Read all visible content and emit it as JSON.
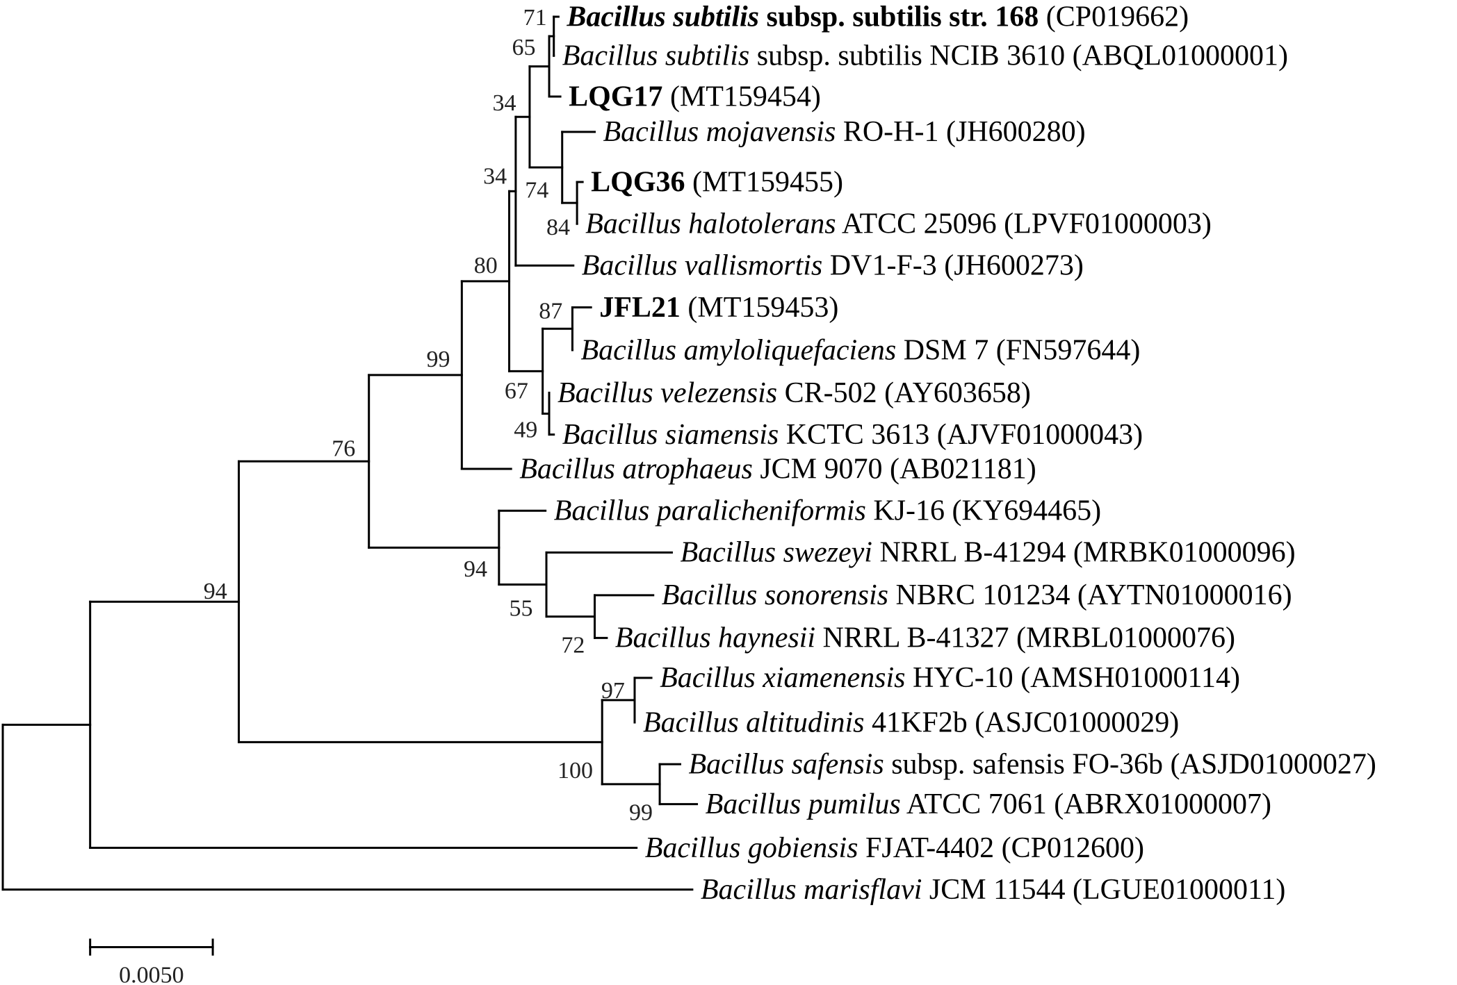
{
  "tree": {
    "taxa": [
      {
        "id": "t01",
        "parts": [
          {
            "text": "Bacillus subtilis",
            "style": "bold-italic"
          },
          {
            "text": " subsp. subtilis str. 168",
            "style": "bold"
          },
          {
            "text": " (CP019662)",
            "style": "normal"
          }
        ]
      },
      {
        "id": "t02",
        "parts": [
          {
            "text": "Bacillus subtilis",
            "style": "italic"
          },
          {
            "text": " subsp. subtilis NCIB 3610 (ABQL01000001)",
            "style": "normal"
          }
        ]
      },
      {
        "id": "t03",
        "parts": [
          {
            "text": "LQG17",
            "style": "bold"
          },
          {
            "text": " (MT159454)",
            "style": "normal"
          }
        ]
      },
      {
        "id": "t04",
        "parts": [
          {
            "text": "Bacillus mojavensis",
            "style": "italic"
          },
          {
            "text": " RO-H-1 (JH600280)",
            "style": "normal"
          }
        ]
      },
      {
        "id": "t05",
        "parts": [
          {
            "text": "LQG36",
            "style": "bold"
          },
          {
            "text": " (MT159455)",
            "style": "normal"
          }
        ]
      },
      {
        "id": "t06",
        "parts": [
          {
            "text": "Bacillus halotolerans",
            "style": "italic"
          },
          {
            "text": " ATCC 25096 (LPVF01000003)",
            "style": "normal"
          }
        ]
      },
      {
        "id": "t07",
        "parts": [
          {
            "text": "Bacillus vallismortis",
            "style": "italic"
          },
          {
            "text": " DV1-F-3 (JH600273)",
            "style": "normal"
          }
        ]
      },
      {
        "id": "t08",
        "parts": [
          {
            "text": "JFL21",
            "style": "bold"
          },
          {
            "text": " (MT159453)",
            "style": "normal"
          }
        ]
      },
      {
        "id": "t09",
        "parts": [
          {
            "text": "Bacillus amyloliquefaciens",
            "style": "italic"
          },
          {
            "text": " DSM 7 (FN597644)",
            "style": "normal"
          }
        ]
      },
      {
        "id": "t10",
        "parts": [
          {
            "text": "Bacillus velezensis",
            "style": "italic"
          },
          {
            "text": " CR-502 (AY603658)",
            "style": "normal"
          }
        ]
      },
      {
        "id": "t11",
        "parts": [
          {
            "text": "Bacillus siamensis",
            "style": "italic"
          },
          {
            "text": " KCTC 3613 (AJVF01000043)",
            "style": "normal"
          }
        ]
      },
      {
        "id": "t12",
        "parts": [
          {
            "text": "Bacillus atrophaeus",
            "style": "italic"
          },
          {
            "text": " JCM 9070 (AB021181)",
            "style": "normal"
          }
        ]
      },
      {
        "id": "t13",
        "parts": [
          {
            "text": "Bacillus paralicheniformis",
            "style": "italic"
          },
          {
            "text": " KJ-16 (KY694465)",
            "style": "normal"
          }
        ]
      },
      {
        "id": "t14",
        "parts": [
          {
            "text": "Bacillus swezeyi",
            "style": "italic"
          },
          {
            "text": " NRRL B-41294 (MRBK01000096)",
            "style": "normal"
          }
        ]
      },
      {
        "id": "t15",
        "parts": [
          {
            "text": "Bacillus sonorensis",
            "style": "italic"
          },
          {
            "text": " NBRC 101234 (AYTN01000016)",
            "style": "normal"
          }
        ]
      },
      {
        "id": "t16",
        "parts": [
          {
            "text": "Bacillus haynesii",
            "style": "italic"
          },
          {
            "text": " NRRL B-41327 (MRBL01000076)",
            "style": "normal"
          }
        ]
      },
      {
        "id": "t17",
        "parts": [
          {
            "text": "Bacillus xiamenensis",
            "style": "italic"
          },
          {
            "text": " HYC-10 (AMSH01000114)",
            "style": "normal"
          }
        ]
      },
      {
        "id": "t18",
        "parts": [
          {
            "text": "Bacillus altitudinis",
            "style": "italic"
          },
          {
            "text": " 41KF2b (ASJC01000029)",
            "style": "normal"
          }
        ]
      },
      {
        "id": "t19",
        "parts": [
          {
            "text": "Bacillus safensis",
            "style": "italic"
          },
          {
            "text": " subsp. safensis FO-36b (ASJD01000027)",
            "style": "normal"
          }
        ]
      },
      {
        "id": "t20",
        "parts": [
          {
            "text": "Bacillus pumilus",
            "style": "italic"
          },
          {
            "text": " ATCC 7061 (ABRX01000007)",
            "style": "normal"
          }
        ]
      },
      {
        "id": "t21",
        "parts": [
          {
            "text": "Bacillus gobiensis",
            "style": "italic"
          },
          {
            "text": " FJAT-4402 (CP012600)",
            "style": "normal"
          }
        ]
      },
      {
        "id": "t22",
        "parts": [
          {
            "text": "Bacillus marisflavi",
            "style": "italic"
          },
          {
            "text": " JCM 11544 (LGUE01000011)",
            "style": "normal"
          }
        ]
      }
    ],
    "bootstrap_values": [
      "71",
      "65",
      "34",
      "34",
      "74",
      "84",
      "80",
      "87",
      "67",
      "49",
      "99",
      "76",
      "94",
      "55",
      "72",
      "94",
      "97",
      "100",
      "99"
    ],
    "scale_bar_label": "0.0050"
  }
}
